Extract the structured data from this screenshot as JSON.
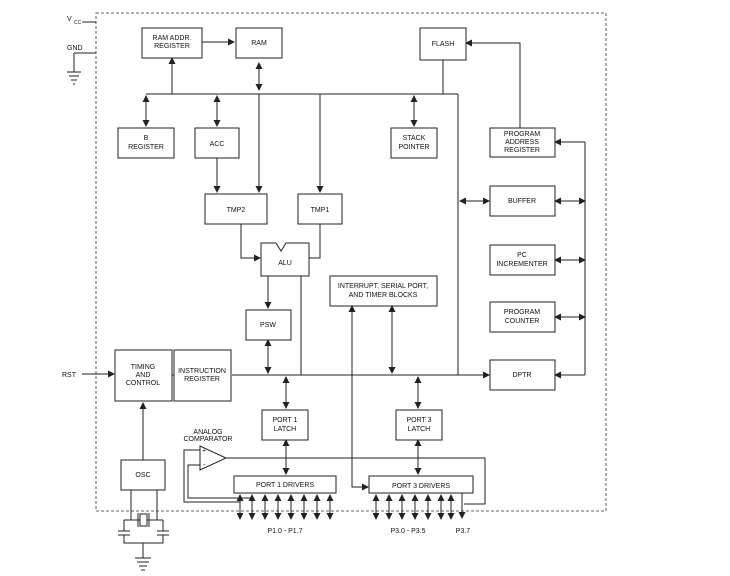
{
  "external": {
    "vcc": "V",
    "vcc_sub": "CC",
    "gnd": "GND",
    "rst": "RST"
  },
  "blocks": {
    "ram_addr": [
      "RAM ADDR.",
      "REGISTER"
    ],
    "ram": [
      "RAM"
    ],
    "flash": [
      "FLASH"
    ],
    "b_register": [
      "B",
      "REGISTER"
    ],
    "acc": [
      "ACC"
    ],
    "stack_pointer": [
      "STACK",
      "POINTER"
    ],
    "program_address_register": [
      "PROGRAM",
      "ADDRESS",
      "REGISTER"
    ],
    "buffer": [
      "BUFFER"
    ],
    "pc_incrementer": [
      "PC",
      "INCREMENTER"
    ],
    "program_counter": [
      "PROGRAM",
      "COUNTER"
    ],
    "dptr": [
      "DPTR"
    ],
    "tmp2": [
      "TMP2"
    ],
    "tmp1": [
      "TMP1"
    ],
    "alu": [
      "ALU"
    ],
    "interrupt": [
      "INTERRUPT, SERIAL PORT,",
      "AND TIMER BLOCKS"
    ],
    "psw": [
      "PSW"
    ],
    "timing_control": [
      "TIMING",
      "AND",
      "CONTROL"
    ],
    "instruction_register": [
      "INSTRUCTION",
      "REGISTER"
    ],
    "port1_latch": [
      "PORT 1",
      "LATCH"
    ],
    "port3_latch": [
      "PORT 3",
      "LATCH"
    ],
    "port1_drivers": [
      "PORT 1 DRIVERS"
    ],
    "port3_drivers": [
      "PORT 3 DRIVERS"
    ],
    "osc": [
      "OSC"
    ]
  },
  "analog_comparator": [
    "ANALOG",
    "COMPARATOR"
  ],
  "comparator_signs": {
    "plus": "+",
    "minus": "-"
  },
  "pin_labels": {
    "p1": "P1.0 - P1.7",
    "p3": "P3.0 - P3.5",
    "p37": "P3.7"
  }
}
